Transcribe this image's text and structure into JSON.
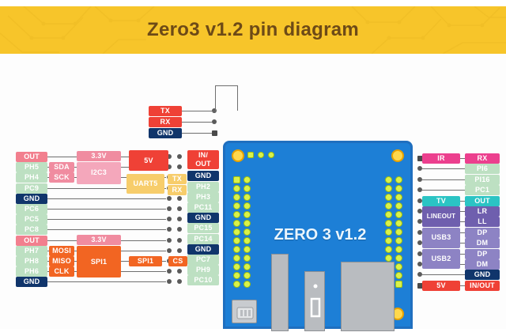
{
  "header": {
    "title": "Zero3 v1.2 pin diagram",
    "bg_color": "#f7c52a",
    "text_color": "#6d4a17"
  },
  "board": {
    "label": "ZERO 3 v1.2",
    "color": "#1d7fd6",
    "components": [
      "usb-c-connector",
      "hdmi-connector",
      "usb-a-connector",
      "soc-chip"
    ]
  },
  "top_header": {
    "pins": [
      {
        "label": "TX",
        "color": "#ef4136"
      },
      {
        "label": "RX",
        "color": "#ef4136"
      },
      {
        "label": "GND",
        "color": "#10356b"
      }
    ]
  },
  "left_column": {
    "pins": [
      {
        "label": "OUT",
        "color": "#f27f8e"
      },
      {
        "label": "PH5",
        "color": "#bde0c2"
      },
      {
        "label": "PH4",
        "color": "#bde0c2"
      },
      {
        "label": "PC9",
        "color": "#bde0c2"
      },
      {
        "label": "GND",
        "color": "#10356b"
      },
      {
        "label": "PC6",
        "color": "#bde0c2"
      },
      {
        "label": "PC5",
        "color": "#bde0c2"
      },
      {
        "label": "PC8",
        "color": "#bde0c2"
      },
      {
        "label": "OUT",
        "color": "#f27f8e"
      },
      {
        "label": "PH7",
        "color": "#bde0c2"
      },
      {
        "label": "PH8",
        "color": "#bde0c2"
      },
      {
        "label": "PH6",
        "color": "#bde0c2"
      },
      {
        "label": "GND",
        "color": "#10356b"
      }
    ],
    "signals": [
      {
        "label": "SDA",
        "color": "#f08ca0"
      },
      {
        "label": "SCK",
        "color": "#f08ca0"
      },
      {
        "label": "MOSI",
        "color": "#f26522"
      },
      {
        "label": "MISO",
        "color": "#f26522"
      },
      {
        "label": "CLK",
        "color": "#f26522"
      }
    ],
    "buses": [
      {
        "label": "3.3V",
        "color": "#f08ca0"
      },
      {
        "label": "I2C3",
        "color": "#f4a7bb"
      },
      {
        "label": "3.3V",
        "color": "#f08ca0"
      },
      {
        "label": "SPI1",
        "color": "#f26522"
      }
    ]
  },
  "center_column": {
    "buses": [
      {
        "label": "5V",
        "color": "#ef4136"
      },
      {
        "label": "UART5",
        "color": "#f7cd6b"
      },
      {
        "label": "SPI1",
        "color": "#f26522"
      }
    ],
    "signals": [
      {
        "label": "TX",
        "color": "#f7cd6b"
      },
      {
        "label": "RX",
        "color": "#f7cd6b"
      },
      {
        "label": "CS",
        "color": "#f26522"
      }
    ]
  },
  "right_of_board_column": {
    "pins": [
      {
        "label": "IN/\nOUT",
        "text": "IN/ OUT",
        "color": "#ef4136"
      },
      {
        "label": "GND",
        "color": "#10356b"
      },
      {
        "label": "PH2",
        "color": "#bde0c2"
      },
      {
        "label": "PH3",
        "color": "#bde0c2"
      },
      {
        "label": "PC11",
        "color": "#bde0c2"
      },
      {
        "label": "GND",
        "color": "#10356b"
      },
      {
        "label": "PC15",
        "color": "#bde0c2"
      },
      {
        "label": "PC14",
        "color": "#bde0c2"
      },
      {
        "label": "GND",
        "color": "#10356b"
      },
      {
        "label": "PC7",
        "color": "#bde0c2"
      },
      {
        "label": "PH9",
        "color": "#bde0c2"
      },
      {
        "label": "PC10",
        "color": "#bde0c2"
      }
    ]
  },
  "far_right_column": {
    "functions": [
      {
        "label": "IR",
        "color": "#ec3f8e"
      },
      {
        "label": "TV",
        "color": "#2bc4c4"
      },
      {
        "label": "LINEOUT",
        "color": "#6f5fae"
      },
      {
        "label": "USB3",
        "color": "#8d83c4"
      },
      {
        "label": "USB2",
        "color": "#8d83c4"
      },
      {
        "label": "5V",
        "color": "#ef4136"
      }
    ],
    "pins": [
      {
        "label": "RX",
        "color": "#ec3f8e"
      },
      {
        "label": "PI6",
        "color": "#bde0c2"
      },
      {
        "label": "PI16",
        "color": "#bde0c2"
      },
      {
        "label": "PC1",
        "color": "#bde0c2"
      },
      {
        "label": "OUT",
        "color": "#2bc4c4"
      },
      {
        "label": "LR",
        "color": "#6f5fae"
      },
      {
        "label": "LL",
        "color": "#6f5fae"
      },
      {
        "label": "DP",
        "color": "#8d83c4"
      },
      {
        "label": "DM",
        "color": "#8d83c4"
      },
      {
        "label": "DP",
        "color": "#8d83c4"
      },
      {
        "label": "DM",
        "color": "#8d83c4"
      },
      {
        "label": "GND",
        "color": "#10356b"
      },
      {
        "label": "IN/OUT",
        "color": "#ef4136"
      }
    ]
  }
}
